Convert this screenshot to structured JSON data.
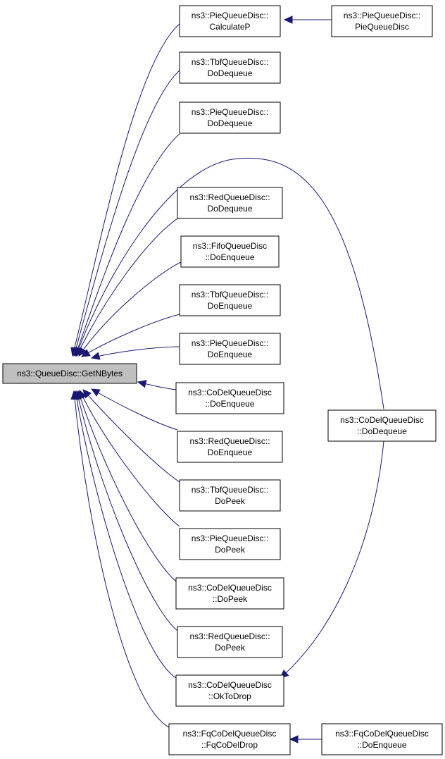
{
  "diagram": {
    "colors": {
      "edge": "#191970",
      "root_fill": "#bfbfbf",
      "node_fill": "#ffffff",
      "border": "#000000"
    },
    "nodes": [
      {
        "id": "root",
        "lines": [
          "ns3::QueueDisc::GetNBytes"
        ]
      },
      {
        "id": "pie_calcp",
        "lines": [
          "ns3::PieQueueDisc::",
          "CalculateP"
        ]
      },
      {
        "id": "pie_ctor",
        "lines": [
          "ns3::PieQueueDisc::",
          "PieQueueDisc"
        ]
      },
      {
        "id": "tbf_deq",
        "lines": [
          "ns3::TbfQueueDisc::",
          "DoDequeue"
        ]
      },
      {
        "id": "pie_deq",
        "lines": [
          "ns3::PieQueueDisc::",
          "DoDequeue"
        ]
      },
      {
        "id": "red_deq",
        "lines": [
          "ns3::RedQueueDisc::",
          "DoDequeue"
        ]
      },
      {
        "id": "fifo_enq",
        "lines": [
          "ns3::FifoQueueDisc",
          "::DoEnqueue"
        ]
      },
      {
        "id": "tbf_enq",
        "lines": [
          "ns3::TbfQueueDisc::",
          "DoEnqueue"
        ]
      },
      {
        "id": "pie_enq",
        "lines": [
          "ns3::PieQueueDisc::",
          "DoEnqueue"
        ]
      },
      {
        "id": "codel_enq",
        "lines": [
          "ns3::CoDelQueueDisc",
          "::DoEnqueue"
        ]
      },
      {
        "id": "red_enq",
        "lines": [
          "ns3::RedQueueDisc::",
          "DoEnqueue"
        ]
      },
      {
        "id": "tbf_peek",
        "lines": [
          "ns3::TbfQueueDisc::",
          "DoPeek"
        ]
      },
      {
        "id": "pie_peek",
        "lines": [
          "ns3::PieQueueDisc::",
          "DoPeek"
        ]
      },
      {
        "id": "codel_peek",
        "lines": [
          "ns3::CoDelQueueDisc",
          "::DoPeek"
        ]
      },
      {
        "id": "red_peek",
        "lines": [
          "ns3::RedQueueDisc::",
          "DoPeek"
        ]
      },
      {
        "id": "codel_oktodrop",
        "lines": [
          "ns3::CoDelQueueDisc",
          "::OkToDrop"
        ]
      },
      {
        "id": "fqcodel_drop",
        "lines": [
          "ns3::FqCoDelQueueDisc",
          "::FqCoDelDrop"
        ]
      },
      {
        "id": "codel_deq",
        "lines": [
          "ns3::CoDelQueueDisc",
          "::DoDequeue"
        ]
      },
      {
        "id": "fqcodel_enq",
        "lines": [
          "ns3::FqCoDelQueueDisc",
          "::DoEnqueue"
        ]
      }
    ],
    "edges": [
      {
        "from": "pie_calcp",
        "to": "root"
      },
      {
        "from": "pie_ctor",
        "to": "pie_calcp"
      },
      {
        "from": "tbf_deq",
        "to": "root"
      },
      {
        "from": "pie_deq",
        "to": "root"
      },
      {
        "from": "codel_deq",
        "to": "root"
      },
      {
        "from": "red_deq",
        "to": "root"
      },
      {
        "from": "fifo_enq",
        "to": "root"
      },
      {
        "from": "tbf_enq",
        "to": "root"
      },
      {
        "from": "pie_enq",
        "to": "root"
      },
      {
        "from": "codel_enq",
        "to": "root"
      },
      {
        "from": "red_enq",
        "to": "root"
      },
      {
        "from": "tbf_peek",
        "to": "root"
      },
      {
        "from": "pie_peek",
        "to": "root"
      },
      {
        "from": "codel_peek",
        "to": "root"
      },
      {
        "from": "red_peek",
        "to": "root"
      },
      {
        "from": "codel_oktodrop",
        "to": "root"
      },
      {
        "from": "fqcodel_drop",
        "to": "root"
      },
      {
        "from": "codel_deq",
        "to": "codel_oktodrop"
      },
      {
        "from": "fqcodel_enq",
        "to": "fqcodel_drop"
      }
    ]
  }
}
